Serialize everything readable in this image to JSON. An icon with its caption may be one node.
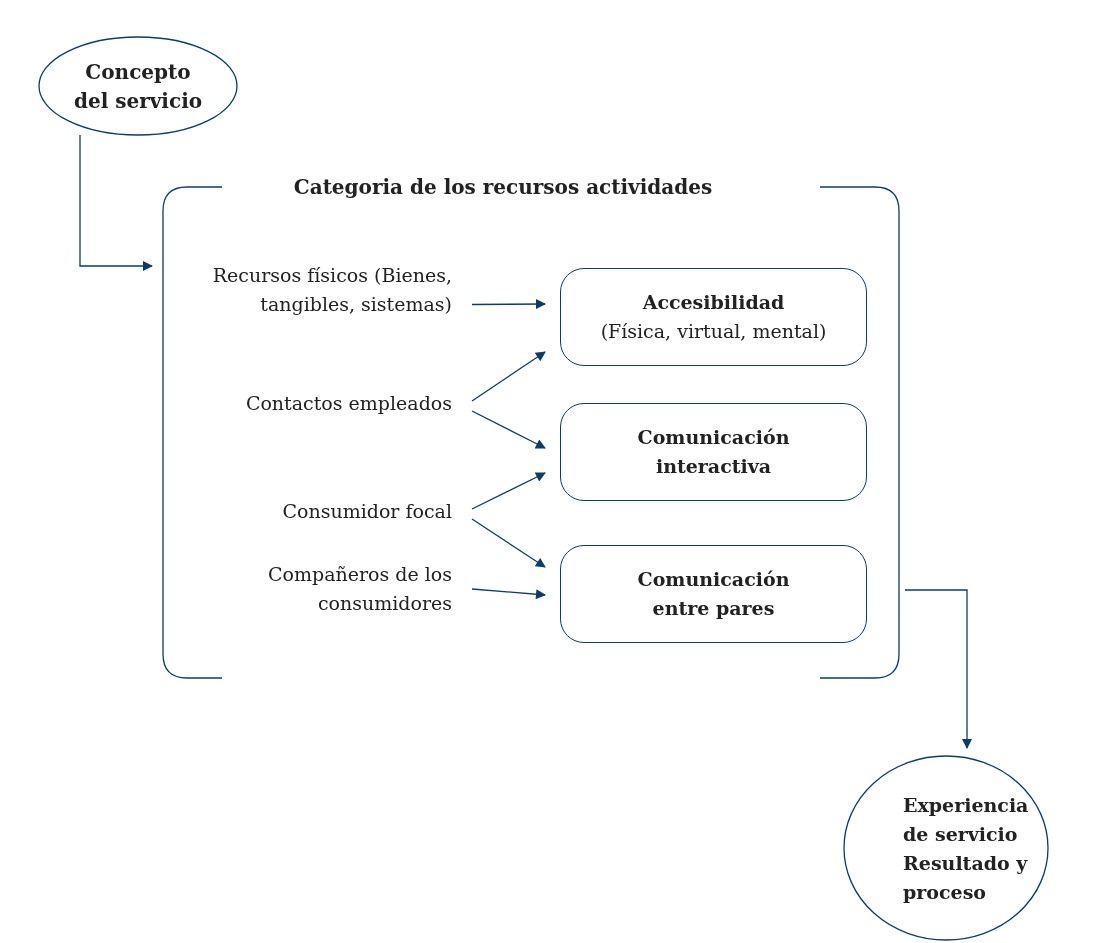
{
  "diagram": {
    "nodes": [
      {
        "text": [
          "Concepto del servicio"
        ]
      },
      {
        "text": [
          "Categoria de los recursos actividades"
        ]
      },
      {
        "text": [
          "Recursos físicos (Bienes, tangibles, sistemas)"
        ],
        "in": 1
      },
      {
        "text": [
          "Contactos empleados"
        ],
        "in": 1
      },
      {
        "text": [
          "Consumidor focal"
        ],
        "in": 1
      },
      {
        "text": [
          "Compañeros de los consumidores"
        ],
        "in": 1
      },
      {
        "text": [
          "Accesibilidad",
          "(Física, virtual, mental)"
        ],
        "in": 1
      },
      {
        "text": [
          "Comunicación interactiva"
        ],
        "in": 1
      },
      {
        "text": [
          "Comunicación entre pares"
        ],
        "in": 1
      },
      {
        "text": [
          "Experiencia de servicio Resultado y proceso"
        ]
      }
    ],
    "edges": [
      {
        "from": 0,
        "to": 1,
        "arrow": "to"
      },
      {
        "from": 2,
        "to": 6,
        "arrow": "to"
      },
      {
        "from": 3,
        "to": 6,
        "arrow": "to"
      },
      {
        "from": 3,
        "to": 7,
        "arrow": "to"
      },
      {
        "from": 4,
        "to": 7,
        "arrow": "to"
      },
      {
        "from": 4,
        "to": 8,
        "arrow": "to"
      },
      {
        "from": 5,
        "to": 8,
        "arrow": "to"
      },
      {
        "from": 1,
        "to": 9,
        "arrow": "to"
      }
    ]
  }
}
